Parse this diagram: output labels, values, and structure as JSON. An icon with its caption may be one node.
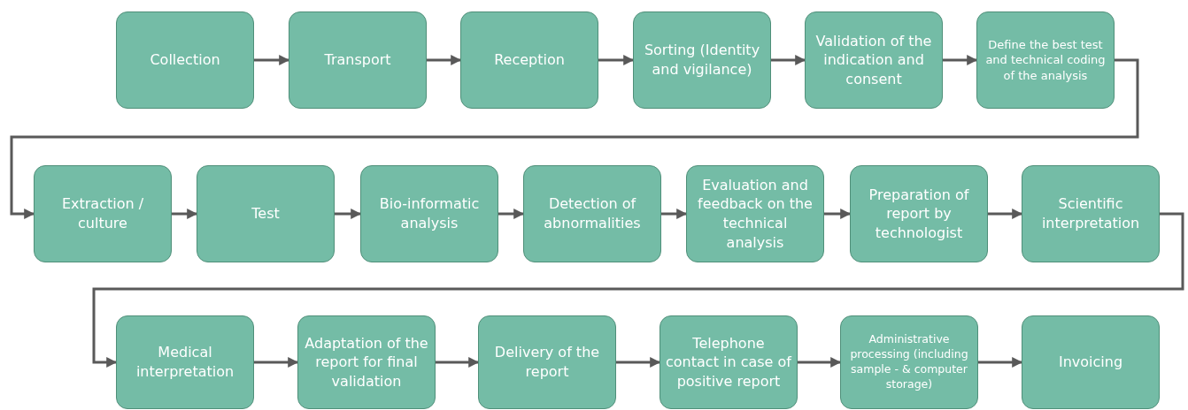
{
  "diagram": {
    "nodes": [
      {
        "text": [
          "Collection"
        ]
      },
      {
        "text": [
          "Transport"
        ]
      },
      {
        "text": [
          "Reception"
        ]
      },
      {
        "text": [
          "Sorting (Identity and vigilance)"
        ]
      },
      {
        "text": [
          "Validation of the indication and consent"
        ]
      },
      {
        "text": [
          "Define the best test and technical coding of the analysis"
        ]
      },
      {
        "text": [
          "Extraction / culture"
        ]
      },
      {
        "text": [
          "Test"
        ]
      },
      {
        "text": [
          "Bio-informatic analysis"
        ]
      },
      {
        "text": [
          "Detection of abnormalities"
        ]
      },
      {
        "text": [
          "Evaluation and feedback on the technical analysis"
        ]
      },
      {
        "text": [
          "Preparation of report by technologist"
        ]
      },
      {
        "text": [
          "Scientific interpretation"
        ]
      },
      {
        "text": [
          "Medical interpretation"
        ]
      },
      {
        "text": [
          "Adaptation of the report for final validation"
        ]
      },
      {
        "text": [
          "Delivery of the report"
        ]
      },
      {
        "text": [
          "Telephone contact in case of positive report"
        ]
      },
      {
        "text": [
          "Administrative processing (including sample - & computer storage)"
        ]
      },
      {
        "text": [
          "Invoicing"
        ]
      }
    ],
    "edges": [
      {
        "from": 0,
        "to": 1,
        "arrow": "to"
      },
      {
        "from": 1,
        "to": 2,
        "arrow": "to"
      },
      {
        "from": 2,
        "to": 3,
        "arrow": "to"
      },
      {
        "from": 3,
        "to": 4,
        "arrow": "to"
      },
      {
        "from": 4,
        "to": 5,
        "arrow": "to"
      },
      {
        "from": 5,
        "to": 6,
        "arrow": "to"
      },
      {
        "from": 6,
        "to": 7,
        "arrow": "to"
      },
      {
        "from": 7,
        "to": 8,
        "arrow": "to"
      },
      {
        "from": 8,
        "to": 9,
        "arrow": "to"
      },
      {
        "from": 9,
        "to": 10,
        "arrow": "to"
      },
      {
        "from": 10,
        "to": 11,
        "arrow": "to"
      },
      {
        "from": 11,
        "to": 12,
        "arrow": "to"
      },
      {
        "from": 12,
        "to": 13,
        "arrow": "to"
      },
      {
        "from": 13,
        "to": 14,
        "arrow": "to"
      },
      {
        "from": 14,
        "to": 15,
        "arrow": "to"
      },
      {
        "from": 15,
        "to": 16,
        "arrow": "to"
      },
      {
        "from": 16,
        "to": 17,
        "arrow": "to"
      },
      {
        "from": 17,
        "to": 18,
        "arrow": "to"
      }
    ]
  }
}
